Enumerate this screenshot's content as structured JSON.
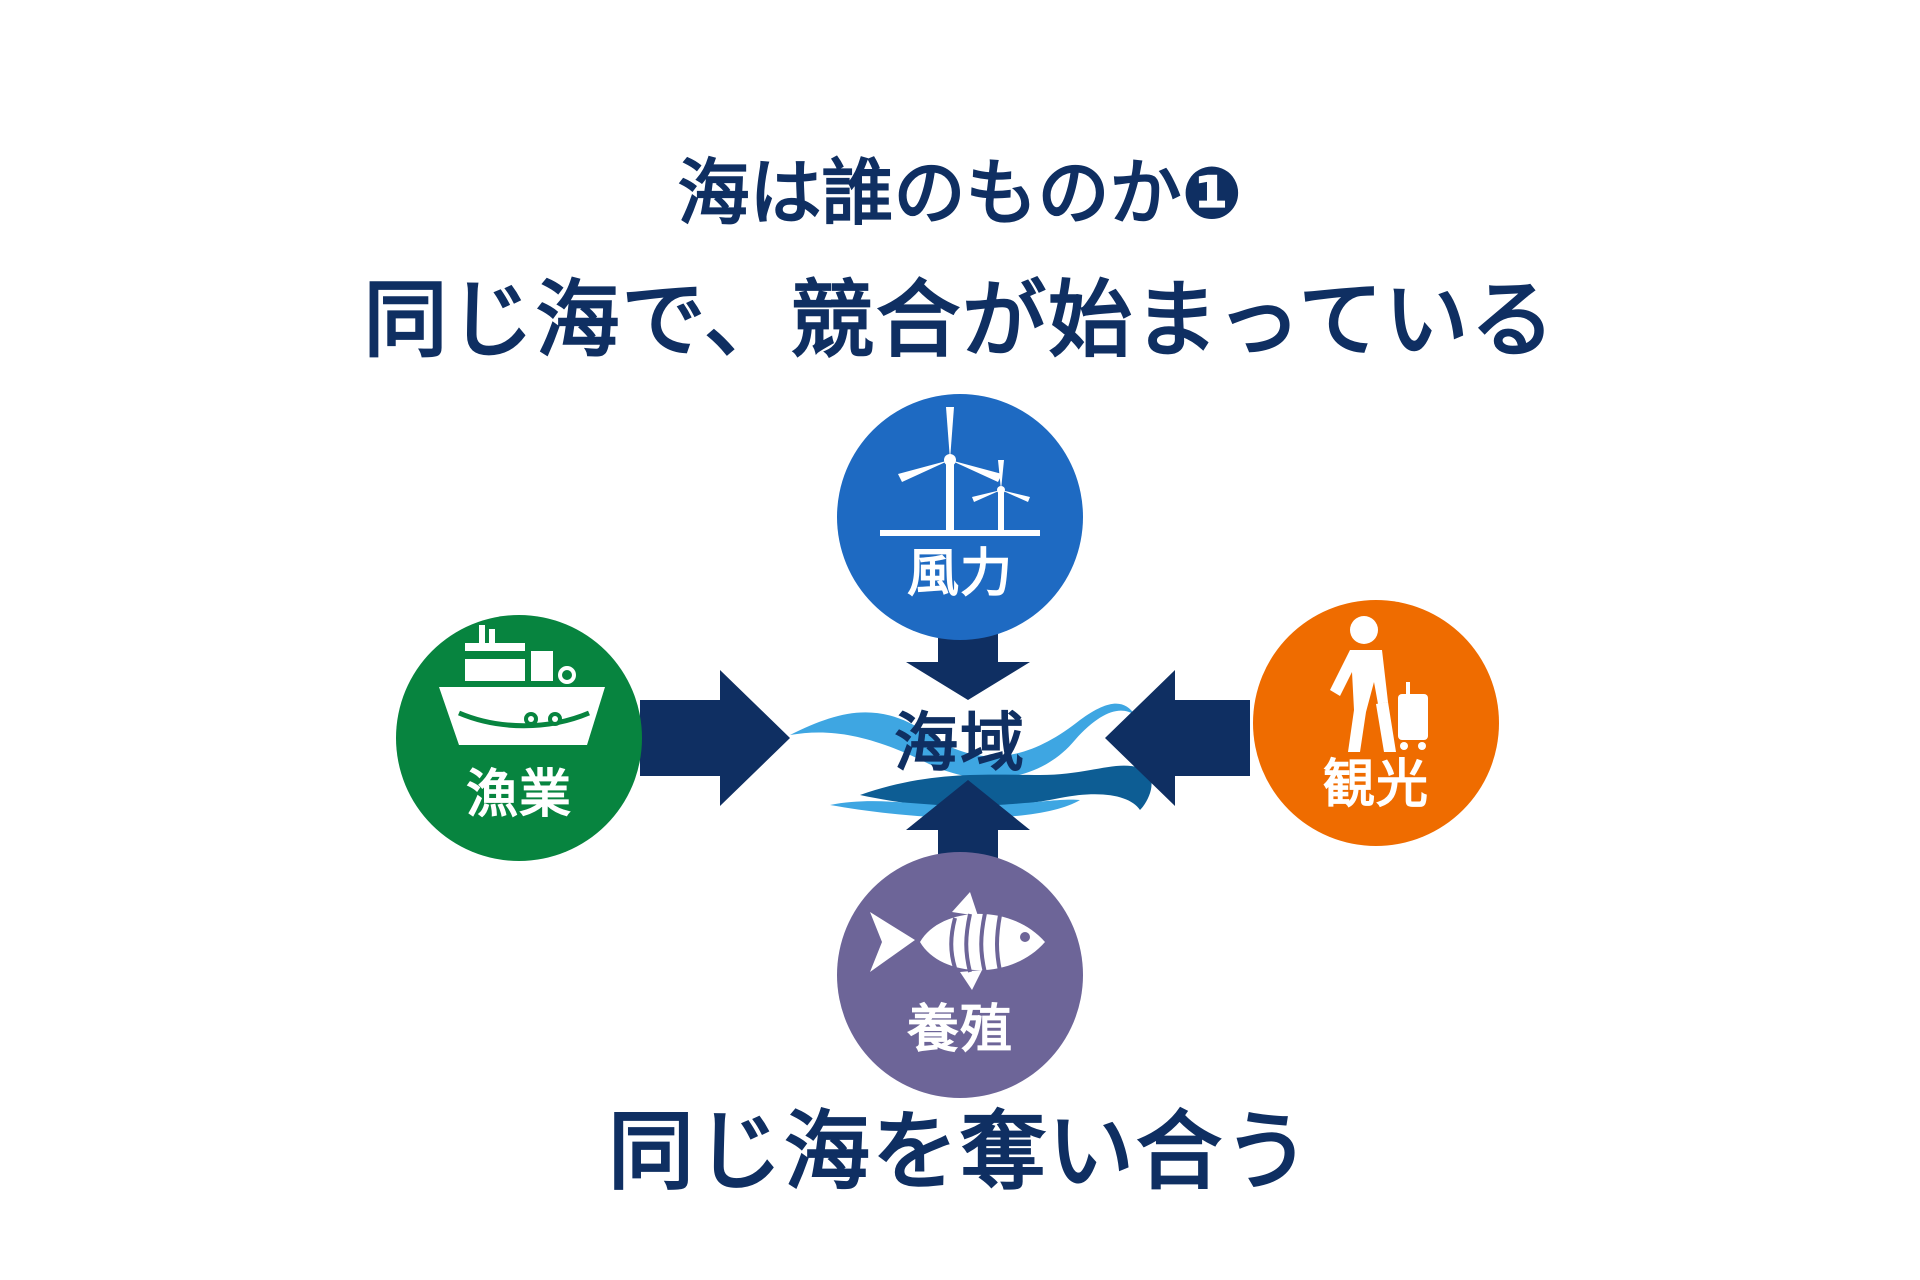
{
  "title": {
    "line1": "海は誰のものか❶",
    "line2": "同じ海で、競合が始まっている"
  },
  "center": {
    "label": "海域"
  },
  "nodes": {
    "wind": {
      "label": "風力",
      "icon": "wind-turbine-icon",
      "color": "#1e6ac2"
    },
    "fishing": {
      "label": "漁業",
      "icon": "fishing-boat-icon",
      "color": "#07843f"
    },
    "tourism": {
      "label": "観光",
      "icon": "traveler-with-suitcase-icon",
      "color": "#ef6c00"
    },
    "aquaculture": {
      "label": "養殖",
      "icon": "fish-icon",
      "color": "#6d6598"
    }
  },
  "caption": "同じ海を奪い合う",
  "colors": {
    "text": "#0f2f62",
    "arrow": "#0f2f62",
    "wave_light": "#3ea6e2",
    "wave_dark": "#0d5d94"
  }
}
